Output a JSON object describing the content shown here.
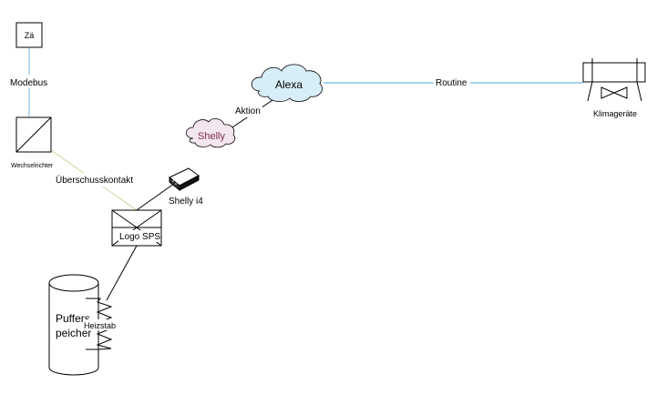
{
  "colors": {
    "background": "#ffffff",
    "stroke": "#000000",
    "light_blue_line": "#7fb0d4",
    "cyan_line": "#49a6d6",
    "green_line": "#c7d69a",
    "alexa_cloud_fill": "#d7eef8",
    "shelly_cloud_fill": "#f3e6ef",
    "shelly_text": "#7a2d52"
  },
  "nodes": {
    "meter": {
      "label": "Zä",
      "icon": "meter-box-icon"
    },
    "inverter": {
      "label": "Wechselrichter",
      "icon": "inverter-icon"
    },
    "logo": {
      "label": "Logo SPS",
      "icon": "plc-icon"
    },
    "shelly_device": {
      "label": "Shelly i4",
      "icon": "shelly-device-icon"
    },
    "shelly_cloud": {
      "label": "Shelly",
      "icon": "cloud-icon"
    },
    "alexa_cloud": {
      "label": "Alexa",
      "icon": "cloud-icon"
    },
    "aircon": {
      "label": "Klimageräte",
      "icon": "air-conditioner-icon"
    },
    "buffer": {
      "label_line1": "Puffers",
      "label_line2": "peicher",
      "icon": "tank-icon"
    },
    "heater": {
      "label": "Heizstab",
      "icon": "heating-element-icon"
    }
  },
  "connections": {
    "modbus": {
      "label": "Modebus"
    },
    "surplus": {
      "label": "Überschusskontakt"
    },
    "action": {
      "label": "Aktion"
    },
    "routine": {
      "label": "Routine"
    }
  }
}
